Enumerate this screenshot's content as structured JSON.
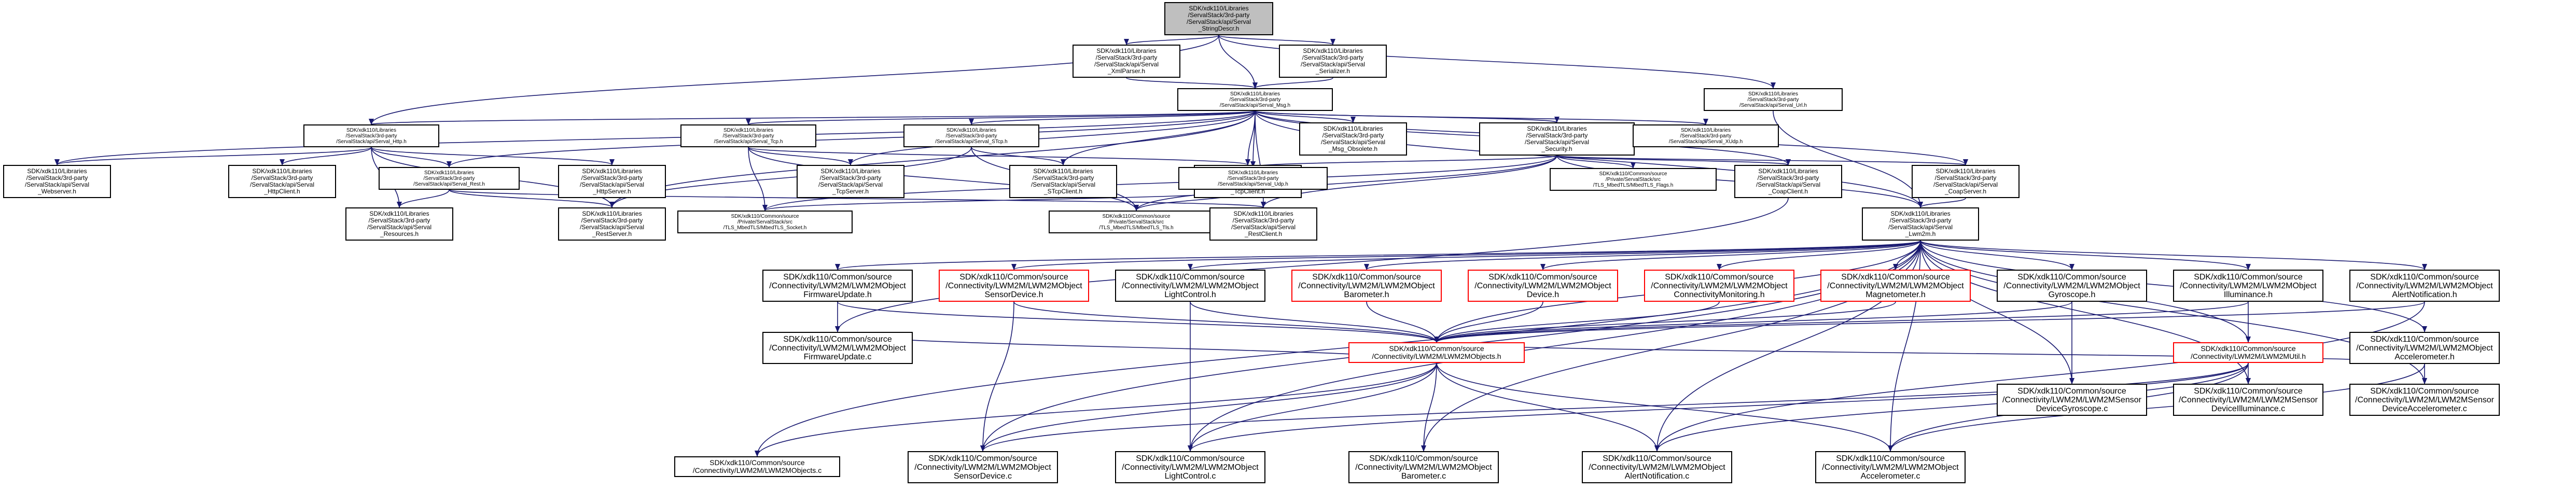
{
  "graph": {
    "nodes": [
      {
        "id": "string_serv",
        "label": "SDK/xdk110/Libraries\n/ServalStack/3rd-party\n/ServalStack/api/Serval\n_StringDescr.h",
        "style": "root"
      },
      {
        "id": "xml_parser",
        "label": "SDK/xdk110/Libraries\n/ServalStack/3rd-party\n/ServalStack/api/Serval\n_XmlParser.h",
        "style": "normal"
      },
      {
        "id": "serializer",
        "label": "SDK/xdk110/Libraries\n/ServalStack/3rd-party\n/ServalStack/api/Serval\n_Serializer.h",
        "style": "normal"
      },
      {
        "id": "url",
        "label": "SDK/xdk110/Libraries\n/ServalStack/3rd-party\n/ServalStack/api/Serval_Url.h",
        "style": "normal"
      },
      {
        "id": "msg",
        "label": "SDK/xdk110/Libraries\n/ServalStack/3rd-party\n/ServalStack/api/Serval_Msg.h",
        "style": "normal"
      },
      {
        "id": "http",
        "label": "SDK/xdk110/Libraries\n/ServalStack/3rd-party\n/ServalStack/api/Serval_Http.h",
        "style": "normal"
      },
      {
        "id": "tcp",
        "label": "SDK/xdk110/Libraries\n/ServalStack/3rd-party\n/ServalStack/api/Serval_Tcp.h",
        "style": "normal"
      },
      {
        "id": "stcp",
        "label": "SDK/xdk110/Libraries\n/ServalStack/3rd-party\n/ServalStack/api/Serval_STcp.h",
        "style": "normal"
      },
      {
        "id": "msg_obsolete",
        "label": "SDK/xdk110/Libraries\n/ServalStack/3rd-party\n/ServalStack/api/Serval\n_Msg_Obsolete.h",
        "style": "normal"
      },
      {
        "id": "security",
        "label": "SDK/xdk110/Libraries\n/ServalStack/3rd-party\n/ServalStack/api/Serval\n_Security.h",
        "style": "normal"
      },
      {
        "id": "xudp",
        "label": "SDK/xdk110/Libraries\n/ServalStack/3rd-party\n/ServalStack/api/Serval_XUdp.h",
        "style": "normal"
      },
      {
        "id": "webserver",
        "label": "SDK/xdk110/Libraries\n/ServalStack/3rd-party\n/ServalStack/api/Serval\n_Webserver.h",
        "style": "normal"
      },
      {
        "id": "httpclient",
        "label": "SDK/xdk110/Libraries\n/ServalStack/3rd-party\n/ServalStack/api/Serval\n_HttpClient.h",
        "style": "normal"
      },
      {
        "id": "rest",
        "label": "SDK/xdk110/Libraries\n/ServalStack/3rd-party\n/ServalStack/api/Serval_Rest.h",
        "style": "normal"
      },
      {
        "id": "httpserver",
        "label": "SDK/xdk110/Libraries\n/ServalStack/3rd-party\n/ServalStack/api/Serval\n_HttpServer.h",
        "style": "normal"
      },
      {
        "id": "tcpserver",
        "label": "SDK/xdk110/Libraries\n/ServalStack/3rd-party\n/ServalStack/api/Serval\n_TcpServer.h",
        "style": "normal"
      },
      {
        "id": "stcpclient",
        "label": "SDK/xdk110/Libraries\n/ServalStack/3rd-party\n/ServalStack/api/Serval\n_STcpClient.h",
        "style": "normal"
      },
      {
        "id": "tcpclient",
        "label": "SDK/xdk110/Libraries\n/ServalStack/3rd-party\n/ServalStack/api/Serval\n_TcpClient.h",
        "style": "normal"
      },
      {
        "id": "udp",
        "label": "SDK/xdk110/Libraries\n/ServalStack/3rd-party\n/ServalStack/api/Serval_Udp.h",
        "style": "normal"
      },
      {
        "id": "mbedtls_flags",
        "label": "SDK/xdk110/Common/source\n/Private/ServalStack/src\n/TLS_MbedTLS/MbedTLS_Flags.h",
        "style": "normal"
      },
      {
        "id": "coapclient",
        "label": "SDK/xdk110/Libraries\n/ServalStack/3rd-party\n/ServalStack/api/Serval\n_CoapClient.h",
        "style": "normal"
      },
      {
        "id": "coapserver",
        "label": "SDK/xdk110/Libraries\n/ServalStack/3rd-party\n/ServalStack/api/Serval\n_CoapServer.h",
        "style": "normal"
      },
      {
        "id": "resources",
        "label": "SDK/xdk110/Libraries\n/ServalStack/3rd-party\n/ServalStack/api/Serval\n_Resources.h",
        "style": "normal"
      },
      {
        "id": "restserver",
        "label": "SDK/xdk110/Libraries\n/ServalStack/3rd-party\n/ServalStack/api/Serval\n_RestServer.h",
        "style": "normal"
      },
      {
        "id": "mbedtls_socket",
        "label": "SDK/xdk110/Common/source\n/Private/ServalStack/src\n/TLS_MbedTLS/MbedTLS_Socket.h",
        "style": "normal"
      },
      {
        "id": "mbedtls_tls",
        "label": "SDK/xdk110/Common/source\n/Private/ServalStack/src\n/TLS_MbedTLS/MbedTLS_Tls.h",
        "style": "normal"
      },
      {
        "id": "restclient",
        "label": "SDK/xdk110/Libraries\n/ServalStack/3rd-party\n/ServalStack/api/Serval\n_RestClient.h",
        "style": "normal"
      },
      {
        "id": "lwm2m",
        "label": "SDK/xdk110/Libraries\n/ServalStack/3rd-party\n/ServalStack/api/Serval\n_Lwm2m.h",
        "style": "normal"
      },
      {
        "id": "fwupdate_h",
        "label": "SDK/xdk110/Common/source\n/Connectivity/LWM2M/LWM2MObject\nFirmwareUpdate.h",
        "style": "normal"
      },
      {
        "id": "sensordevice_h",
        "label": "SDK/xdk110/Common/source\n/Connectivity/LWM2M/LWM2MObject\nSensorDevice.h",
        "style": "red"
      },
      {
        "id": "lightcontrol_h",
        "label": "SDK/xdk110/Common/source\n/Connectivity/LWM2M/LWM2MObject\nLightControl.h",
        "style": "normal"
      },
      {
        "id": "barometer_h",
        "label": "SDK/xdk110/Common/source\n/Connectivity/LWM2M/LWM2MObject\nBarometer.h",
        "style": "red"
      },
      {
        "id": "device_h",
        "label": "SDK/xdk110/Common/source\n/Connectivity/LWM2M/LWM2MObject\nDevice.h",
        "style": "red"
      },
      {
        "id": "connmon_h",
        "label": "SDK/xdk110/Common/source\n/Connectivity/LWM2M/LWM2MObject\nConnectivityMonitoring.h",
        "style": "red"
      },
      {
        "id": "magnetometer_h",
        "label": "SDK/xdk110/Common/source\n/Connectivity/LWM2M/LWM2MObject\nMagnetometer.h",
        "style": "red"
      },
      {
        "id": "gyroscope_h",
        "label": "SDK/xdk110/Common/source\n/Connectivity/LWM2M/LWM2MObject\nGyroscope.h",
        "style": "normal"
      },
      {
        "id": "illuminance_h",
        "label": "SDK/xdk110/Common/source\n/Connectivity/LWM2M/LWM2MObject\nIlluminance.h",
        "style": "normal"
      },
      {
        "id": "alertnotif_h",
        "label": "SDK/xdk110/Common/source\n/Connectivity/LWM2M/LWM2MObject\nAlertNotification.h",
        "style": "normal"
      },
      {
        "id": "accelerometer_h",
        "label": "SDK/xdk110/Common/source\n/Connectivity/LWM2M/LWM2MObject\nAccelerometer.h",
        "style": "normal"
      },
      {
        "id": "fwupdate_c",
        "label": "SDK/xdk110/Common/source\n/Connectivity/LWM2M/LWM2MObject\nFirmwareUpdate.c",
        "style": "normal"
      },
      {
        "id": "objects_h",
        "label": "SDK/xdk110/Common/source\n/Connectivity/LWM2M/LWM2MObjects.h",
        "style": "red"
      },
      {
        "id": "gyrosensor_c",
        "label": "SDK/xdk110/Common/source\n/Connectivity/LWM2M/LWM2MSensor\nDeviceGyroscope.c",
        "style": "normal"
      },
      {
        "id": "illumsensor_c",
        "label": "SDK/xdk110/Common/source\n/Connectivity/LWM2M/LWM2MSensor\nDeviceIlluminance.c",
        "style": "normal"
      },
      {
        "id": "util_h",
        "label": "SDK/xdk110/Common/source\n/Connectivity/LWM2M/LWM2MUtil.h",
        "style": "red"
      },
      {
        "id": "accelsensor_c",
        "label": "SDK/xdk110/Common/source\n/Connectivity/LWM2M/LWM2MSensor\nDeviceAccelerometer.c",
        "style": "normal"
      },
      {
        "id": "objects_c",
        "label": "SDK/xdk110/Common/source\n/Connectivity/LWM2M/LWM2MObjects.c",
        "style": "normal"
      },
      {
        "id": "sensordevice_c",
        "label": "SDK/xdk110/Common/source\n/Connectivity/LWM2M/LWM2MObject\nSensorDevice.c",
        "style": "normal"
      },
      {
        "id": "lightcontrol_c",
        "label": "SDK/xdk110/Common/source\n/Connectivity/LWM2M/LWM2MObject\nLightControl.c",
        "style": "normal"
      },
      {
        "id": "barometer_c",
        "label": "SDK/xdk110/Common/source\n/Connectivity/LWM2M/LWM2MObject\nBarometer.c",
        "style": "normal"
      },
      {
        "id": "alertnotif_c",
        "label": "SDK/xdk110/Common/source\n/Connectivity/LWM2M/LWM2MObject\nAlertNotification.c",
        "style": "normal"
      },
      {
        "id": "accelerometer_c",
        "label": "SDK/xdk110/Common/source\n/Connectivity/LWM2M/LWM2MObject\nAccelerometer.c",
        "style": "normal"
      }
    ],
    "edges": [
      [
        "string_serv",
        "xml_parser"
      ],
      [
        "string_serv",
        "serializer"
      ],
      [
        "string_serv",
        "msg"
      ],
      [
        "string_serv",
        "url"
      ],
      [
        "string_serv",
        "http"
      ],
      [
        "xml_parser",
        "msg"
      ],
      [
        "serializer",
        "msg"
      ],
      [
        "url",
        "lwm2m"
      ],
      [
        "msg",
        "http"
      ],
      [
        "msg",
        "tcp"
      ],
      [
        "msg",
        "stcp"
      ],
      [
        "msg",
        "msg_obsolete"
      ],
      [
        "msg",
        "security"
      ],
      [
        "msg",
        "xudp"
      ],
      [
        "msg",
        "webserver"
      ],
      [
        "msg",
        "rest"
      ],
      [
        "msg",
        "udp"
      ],
      [
        "msg",
        "coapclient"
      ],
      [
        "msg",
        "coapserver"
      ],
      [
        "msg",
        "lwm2m"
      ],
      [
        "msg",
        "stcpclient"
      ],
      [
        "msg",
        "tcpclient"
      ],
      [
        "msg",
        "restclient"
      ],
      [
        "msg",
        "restserver"
      ],
      [
        "msg",
        "tcpserver"
      ],
      [
        "http",
        "webserver"
      ],
      [
        "http",
        "httpclient"
      ],
      [
        "http",
        "rest"
      ],
      [
        "http",
        "httpserver"
      ],
      [
        "http",
        "resources"
      ],
      [
        "http",
        "restserver"
      ],
      [
        "tcp",
        "tcpserver"
      ],
      [
        "tcp",
        "tcpclient"
      ],
      [
        "tcp",
        "mbedtls_socket"
      ],
      [
        "tcp",
        "mbedtls_tls"
      ],
      [
        "stcp",
        "stcpclient"
      ],
      [
        "stcp",
        "restserver"
      ],
      [
        "stcp",
        "mbedtls_tls"
      ],
      [
        "security",
        "udp"
      ],
      [
        "security",
        "mbedtls_flags"
      ],
      [
        "security",
        "coapclient"
      ],
      [
        "security",
        "coapserver"
      ],
      [
        "security",
        "mbedtls_tls"
      ],
      [
        "security",
        "restclient"
      ],
      [
        "security",
        "lwm2m"
      ],
      [
        "security",
        "mbedtls_socket"
      ],
      [
        "rest",
        "resources"
      ],
      [
        "rest",
        "restserver"
      ],
      [
        "rest",
        "restclient"
      ],
      [
        "udp",
        "mbedtls_tls"
      ],
      [
        "udp",
        "mbedtls_socket"
      ],
      [
        "coapclient",
        "fwupdate_c"
      ],
      [
        "coapserver",
        "lwm2m"
      ],
      [
        "lwm2m",
        "fwupdate_h"
      ],
      [
        "lwm2m",
        "sensordevice_h"
      ],
      [
        "lwm2m",
        "lightcontrol_h"
      ],
      [
        "lwm2m",
        "barometer_h"
      ],
      [
        "lwm2m",
        "device_h"
      ],
      [
        "lwm2m",
        "connmon_h"
      ],
      [
        "lwm2m",
        "magnetometer_h"
      ],
      [
        "lwm2m",
        "gyroscope_h"
      ],
      [
        "lwm2m",
        "illuminance_h"
      ],
      [
        "lwm2m",
        "alertnotif_h"
      ],
      [
        "lwm2m",
        "accelerometer_h"
      ],
      [
        "lwm2m",
        "objects_h"
      ],
      [
        "lwm2m",
        "util_h"
      ],
      [
        "lwm2m",
        "objects_c"
      ],
      [
        "lwm2m",
        "sensordevice_c"
      ],
      [
        "lwm2m",
        "lightcontrol_c"
      ],
      [
        "lwm2m",
        "barometer_c"
      ],
      [
        "lwm2m",
        "alertnotif_c"
      ],
      [
        "lwm2m",
        "accelerometer_c"
      ],
      [
        "lwm2m",
        "gyrosensor_c"
      ],
      [
        "lwm2m",
        "illumsensor_c"
      ],
      [
        "lwm2m",
        "accelsensor_c"
      ],
      [
        "fwupdate_h",
        "fwupdate_c"
      ],
      [
        "fwupdate_h",
        "objects_h"
      ],
      [
        "sensordevice_h",
        "objects_h"
      ],
      [
        "sensordevice_h",
        "sensordevice_c"
      ],
      [
        "lightcontrol_h",
        "objects_h"
      ],
      [
        "lightcontrol_h",
        "lightcontrol_c"
      ],
      [
        "barometer_h",
        "objects_h"
      ],
      [
        "device_h",
        "objects_h"
      ],
      [
        "connmon_h",
        "objects_h"
      ],
      [
        "magnetometer_h",
        "objects_h"
      ],
      [
        "gyroscope_h",
        "objects_h"
      ],
      [
        "gyroscope_h",
        "gyrosensor_c"
      ],
      [
        "illuminance_h",
        "objects_h"
      ],
      [
        "illuminance_h",
        "illumsensor_c"
      ],
      [
        "alertnotif_h",
        "objects_h"
      ],
      [
        "alertnotif_h",
        "alertnotif_c"
      ],
      [
        "accelerometer_h",
        "objects_h"
      ],
      [
        "accelerometer_h",
        "accelsensor_c"
      ],
      [
        "accelerometer_h",
        "accelerometer_c"
      ],
      [
        "objects_h",
        "objects_c"
      ],
      [
        "objects_h",
        "sensordevice_c"
      ],
      [
        "objects_h",
        "lightcontrol_c"
      ],
      [
        "objects_h",
        "barometer_c"
      ],
      [
        "objects_h",
        "alertnotif_c"
      ],
      [
        "objects_h",
        "accelerometer_c"
      ],
      [
        "objects_h",
        "fwupdate_c"
      ],
      [
        "util_h",
        "sensordevice_c"
      ],
      [
        "util_h",
        "lightcontrol_c"
      ],
      [
        "util_h",
        "alertnotif_c"
      ],
      [
        "util_h",
        "accelerometer_c"
      ]
    ]
  },
  "colors": {
    "root_fill": "#bfbfbf",
    "node_fill": "#ffffff",
    "node_border": "#000000",
    "highlight_border": "#ff0000",
    "edge": "#191970"
  }
}
